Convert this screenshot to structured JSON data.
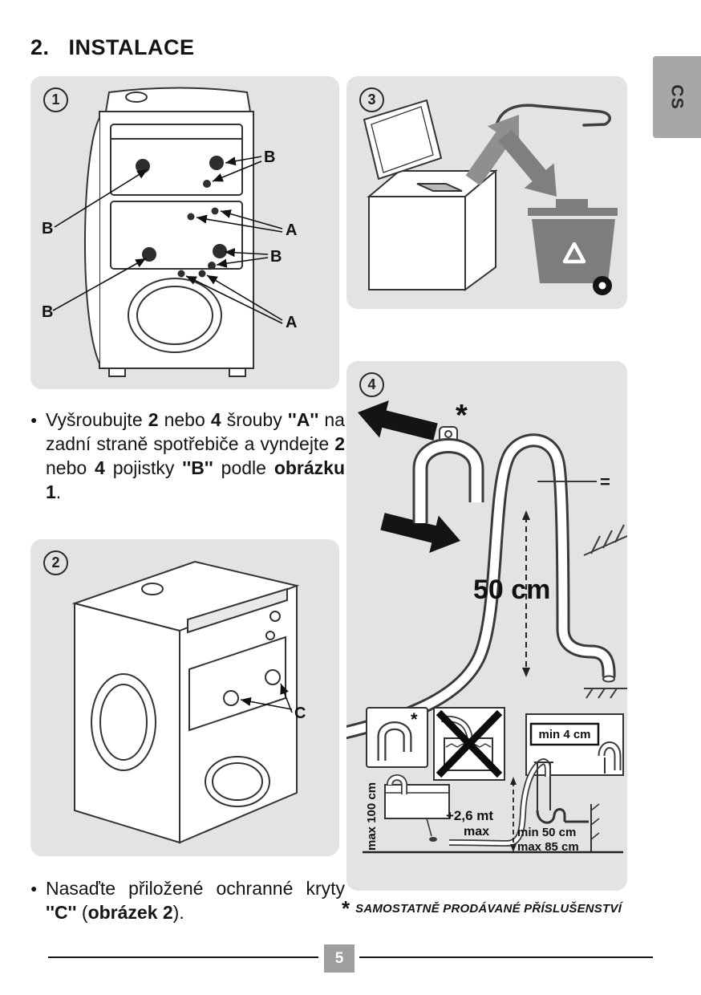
{
  "page": {
    "section_number": "2.",
    "section_title": "INSTALACE",
    "language_tab": "CS",
    "page_number": "5",
    "bullet": "●"
  },
  "figures": {
    "fig1": {
      "badge": "1",
      "label_a": "A",
      "label_b": "B"
    },
    "fig2": {
      "badge": "2",
      "label_c": "C"
    },
    "fig3": {
      "badge": "3"
    },
    "fig4": {
      "badge": "4",
      "asterisk": "*",
      "equals_mark": "=",
      "height_label": "50 cm",
      "inset": {
        "asterisk": "*",
        "min_4cm": "min 4 cm",
        "max_100cm": "max 100 cm",
        "hose_length": "+2,6 mt",
        "hose_length_max": "max",
        "min_50cm": "min 50 cm",
        "max_85cm": "max 85 cm"
      }
    }
  },
  "instructions": {
    "step1": [
      {
        "text": "Vyšroubujte ",
        "bold": false
      },
      {
        "text": "2",
        "bold": true
      },
      {
        "text": " nebo ",
        "bold": false
      },
      {
        "text": "4",
        "bold": true
      },
      {
        "text": " šrouby ",
        "bold": false
      },
      {
        "text": "''A''",
        "bold": true
      },
      {
        "text": " na zadní straně spotřebiče a vyndejte ",
        "bold": false
      },
      {
        "text": "2",
        "bold": true
      },
      {
        "text": " nebo ",
        "bold": false
      },
      {
        "text": "4",
        "bold": true
      },
      {
        "text": " pojistky ",
        "bold": false
      },
      {
        "text": "''B''",
        "bold": true
      },
      {
        "text": " podle ",
        "bold": false
      },
      {
        "text": "obrázku 1",
        "bold": true
      },
      {
        "text": ".",
        "bold": false
      }
    ],
    "step2": [
      {
        "text": "Nasaďte přiložené ochranné kryty ",
        "bold": false
      },
      {
        "text": "''C''",
        "bold": true
      },
      {
        "text": " (",
        "bold": false
      },
      {
        "text": "obrázek 2",
        "bold": true
      },
      {
        "text": ").",
        "bold": false
      }
    ]
  },
  "footnote": {
    "asterisk": "*",
    "text": "SAMOSTATNĚ PRODÁVANÉ PŘÍSLUŠENSTVÍ"
  }
}
